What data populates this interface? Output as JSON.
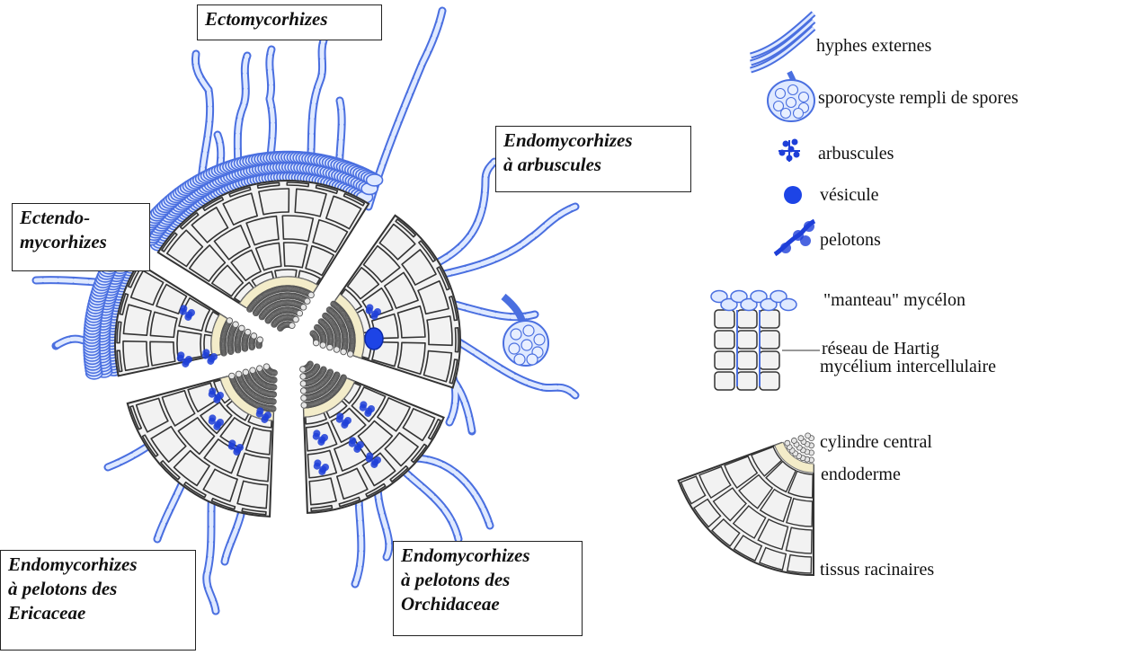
{
  "diagram": {
    "types": {
      "ecto": "Ectomycorhizes",
      "arbuscules_1": "Endomycorhizes",
      "arbuscules_2": "à arbuscules",
      "ectendo_1": "Ectendo-",
      "ectendo_2": "mycorhizes",
      "ericaceae_1": "Endomycorhizes",
      "ericaceae_2": "à pelotons des",
      "ericaceae_3": "Ericaceae",
      "orchidaceae_1": "Endomycorhizes",
      "orchidaceae_2": "à pelotons des",
      "orchidaceae_3": "Orchidaceae"
    },
    "legend": {
      "hyphes": "hyphes externes",
      "sporocyste": "sporocyste rempli de spores",
      "arbuscules": "arbuscules",
      "vesicule": "vésicule",
      "pelotons": "pelotons",
      "manteau": "\"manteau\" mycélon",
      "hartig_1": "réseau de Hartig",
      "hartig_2": "mycélium intercellulaire",
      "cylindre": "cylindre central",
      "endoderme": "endoderme",
      "tissus": "tissus racinaires"
    },
    "colors": {
      "hypha": "#4a6fe0",
      "hypha_fill": "#dfe9ff",
      "cell_fill": "#f2f2f2",
      "cell_stroke": "#333333",
      "endoderm": "#f3ecc9",
      "peloton": "#1e3fd8",
      "vesicle": "#1d44e6"
    }
  }
}
